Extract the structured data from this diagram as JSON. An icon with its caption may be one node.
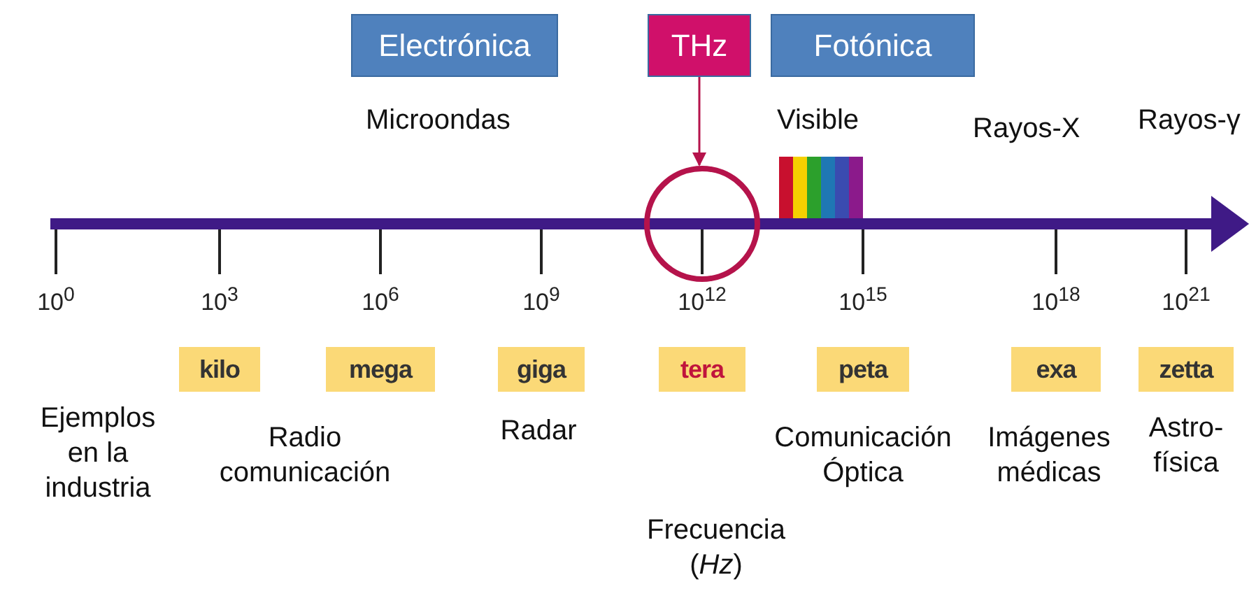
{
  "diagram": {
    "nodes": [
      {
        "text": [
          "Electrónica"
        ]
      },
      {
        "text": [
          "THz"
        ]
      },
      {
        "text": [
          "Fotónica"
        ]
      },
      {
        "text": [],
        "shape": "circle"
      },
      {
        "text": [
          "kilo"
        ]
      },
      {
        "text": [
          "mega"
        ]
      },
      {
        "text": [
          "giga"
        ]
      },
      {
        "text": [
          "tera"
        ]
      },
      {
        "text": [
          "peta"
        ]
      },
      {
        "text": [
          "exa"
        ]
      },
      {
        "text": [
          "zetta"
        ]
      }
    ],
    "edges": [
      {
        "from": 1,
        "to": 3,
        "arrow": "to"
      }
    ],
    "labels": [
      "Microondas",
      "Visible",
      "Rayos-X",
      "Rayos-γ",
      "10$^{0}$",
      "10$^{3}$",
      "10$^{6}$",
      "10$^{9}$",
      "10$^{12}$",
      "10$^{15}$",
      "10$^{18}$",
      "10$^{21}$",
      "Ejemplos en la industria",
      "Radio comunicación",
      "Radar",
      "Comunicación Óptica",
      "Imágenes médicas",
      "Astro- física",
      "Frecuencia (*Hz*)"
    ]
  }
}
